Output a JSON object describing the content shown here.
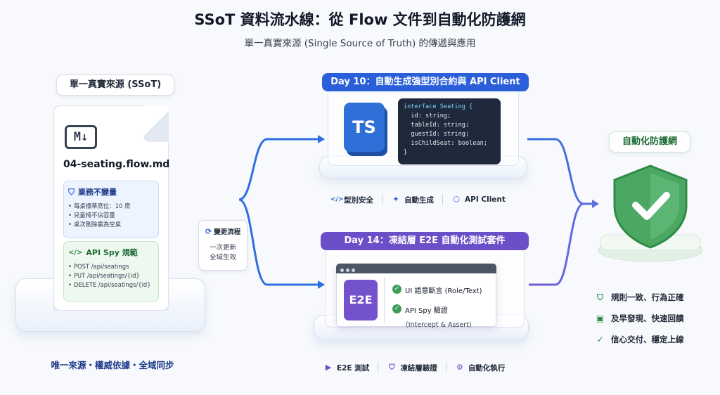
{
  "header": {
    "title": "SSoT 資料流水線：從 Flow 文件到自動化防護網",
    "subtitle": "單一真實來源 (Single Source of Truth) 的傳遞與應用"
  },
  "ssot": {
    "label": "單一真實來源 (SSoT)",
    "md_logo": "M↓",
    "file_name": "04-seating.flow.md",
    "rules_title": "業務不變量",
    "rules": [
      "每桌標準席位：10 席",
      "兒童椅不佔容量",
      "桌次刪除需為空桌"
    ],
    "spy_title": "API Spy 規範",
    "spy_endpoints": [
      "POST /api/seatings",
      "PUT /api/seatings/{id}",
      "DELETE /api/seatings/{id}"
    ],
    "tagline": "唯一來源・權威依據・全域同步"
  },
  "change_flow": {
    "title": "變更流程",
    "line1": "一次更新",
    "line2": "全域生效"
  },
  "day10": {
    "header": "Day 10：自動生成強型別合約與 API Client",
    "logo": "TS",
    "code": [
      "interface Seating {",
      "  id: string;",
      "  tableId: string;",
      "  guestId: string;",
      "  isChildSeat: boolean;",
      "}"
    ],
    "features": [
      "型別安全",
      "自動生成",
      "API Client"
    ]
  },
  "day14": {
    "header": "Day 14：凍結層 E2E 自動化測試套件",
    "logo": "E2E",
    "check1": "UI 語意斷言 (Role/Text)",
    "check2": "API Spy 驗證",
    "check2_sub": "(Intercept & Assert)",
    "features": [
      "E2E 測試",
      "凍結層驗證",
      "自動化執行"
    ]
  },
  "safety_net": {
    "label": "自動化防護網",
    "benefits": [
      "規則一致、行為正確",
      "及早發現、快速回饋",
      "信心交付、穩定上線"
    ]
  },
  "colors": {
    "blue": "#2b5fd9",
    "purple": "#6b4fc8",
    "green": "#3f9c57"
  },
  "icons": [
    "shield-icon",
    "code-icon",
    "refresh-icon",
    "wand-icon",
    "cube-icon",
    "play-icon",
    "robot-icon",
    "check-icon",
    "lock-icon"
  ]
}
